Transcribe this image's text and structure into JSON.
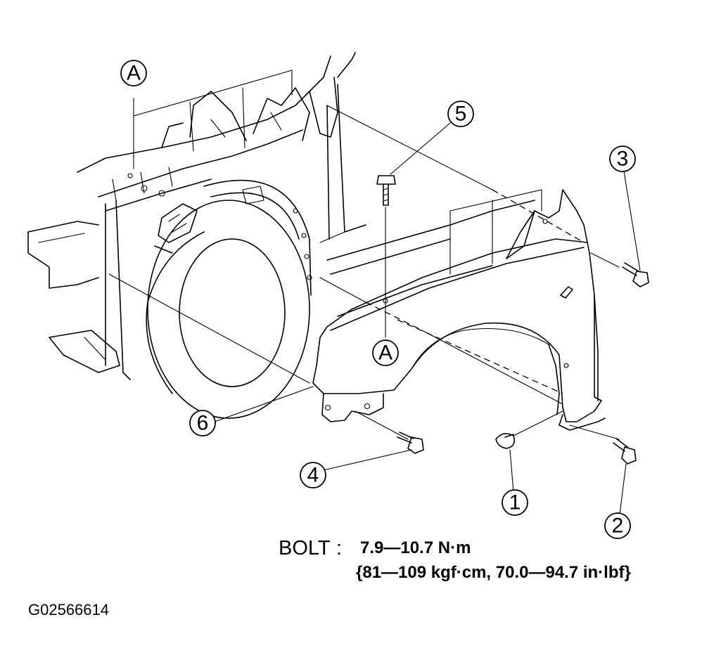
{
  "callouts": {
    "a_top": "A",
    "a_mid": "A",
    "n1": "1",
    "n2": "2",
    "n3": "3",
    "n4": "4",
    "n5": "5",
    "n6": "6"
  },
  "spec": {
    "label": "BOLT",
    "colon": ":",
    "value": "7.9—10.7 N·m",
    "alt": "{81—109 kgf·cm, 70.0—94.7 in·lbf}"
  },
  "figure_id": "G02566614"
}
